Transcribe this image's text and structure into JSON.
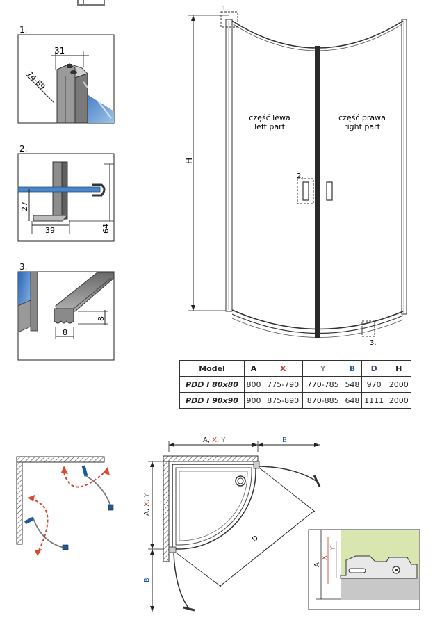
{
  "details": [
    {
      "number": "1.",
      "dims": [
        "31",
        "74-89"
      ]
    },
    {
      "number": "2.",
      "dims": [
        "27",
        "39",
        "64"
      ]
    },
    {
      "number": "3.",
      "dims": [
        "8",
        "8"
      ]
    }
  ],
  "front_view": {
    "callouts": [
      "1.",
      "2.",
      "3."
    ],
    "height_label": "H",
    "left_part_pl": "część lewa",
    "left_part_en": "left part",
    "right_part_pl": "część prawa",
    "right_part_en": "right part"
  },
  "table": {
    "headers": [
      "Model",
      "A",
      "X",
      "Y",
      "B",
      "D",
      "H"
    ],
    "header_colors": [
      "#222222",
      "#222222",
      "#c0392b",
      "#8a8a8a",
      "#1f5a9e",
      "#5b3c8c",
      "#222222"
    ],
    "rows": [
      [
        "PDD I 80x80",
        "800",
        "775-790",
        "770-785",
        "548",
        "970",
        "2000"
      ],
      [
        "PDD I 90x90",
        "900",
        "875-890",
        "870-885",
        "648",
        "1111",
        "2000"
      ]
    ]
  },
  "plan_view": {
    "top_a": "A, ",
    "top_x": "X, ",
    "top_y": "Y",
    "top_b": "B",
    "left_a": "A, ",
    "left_x": "X, ",
    "left_y": "Y",
    "left_b": "B",
    "diag_d": "D"
  },
  "section_view": {
    "labels": [
      "A",
      "X",
      "Y"
    ]
  },
  "colors": {
    "glass": "#3d7bc4",
    "brand_blue": "#1f5a9e",
    "accent_red": "#c0392b",
    "tray_green": "#d9e6b0"
  }
}
